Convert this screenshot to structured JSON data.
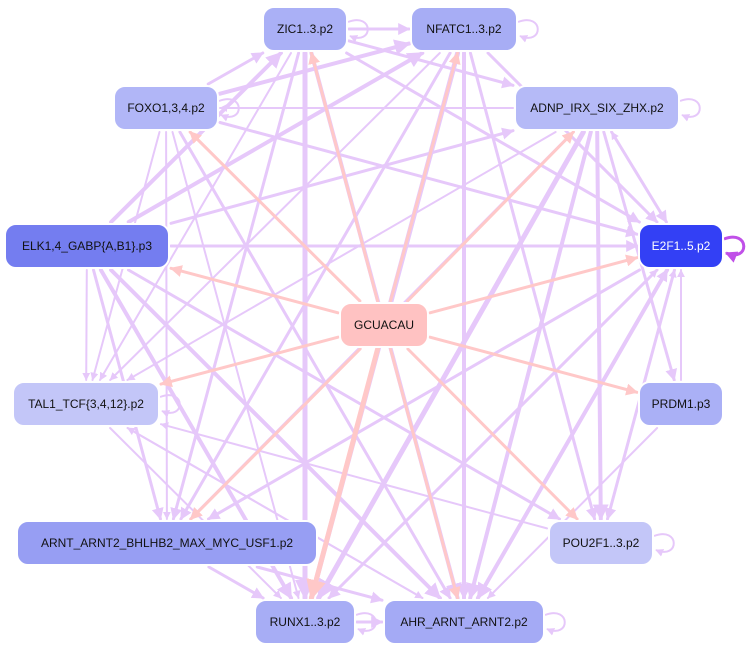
{
  "graph": {
    "nodes": [
      {
        "id": "zic",
        "label": "ZIC1..3.p2",
        "fill": "#aab0f6",
        "text": "#111111"
      },
      {
        "id": "nfatc",
        "label": "NFATC1..3.p2",
        "fill": "#a7adf5",
        "text": "#111111"
      },
      {
        "id": "foxo",
        "label": "FOXO1,3,4.p2",
        "fill": "#b1b6f7",
        "text": "#111111"
      },
      {
        "id": "adnp",
        "label": "ADNP_IRX_SIX_ZHX.p2",
        "fill": "#b5baf7",
        "text": "#111111"
      },
      {
        "id": "elk",
        "label": "ELK1,4_GABP{A,B1}.p3",
        "fill": "#747df0",
        "text": "#111111"
      },
      {
        "id": "e2f",
        "label": "E2F1..5.p2",
        "fill": "#3340f5",
        "text": "#ffffff"
      },
      {
        "id": "gcu",
        "label": "GCUACAU",
        "fill": "#ffc2c2",
        "text": "#111111"
      },
      {
        "id": "tal",
        "label": "TAL1_TCF{3,4,12}.p2",
        "fill": "#c3c6f8",
        "text": "#111111"
      },
      {
        "id": "prdm",
        "label": "PRDM1.p3",
        "fill": "#aab0f6",
        "text": "#111111"
      },
      {
        "id": "arnt",
        "label": "ARNT_ARNT2_BHLHB2_MAX_MYC_USF1.p2",
        "fill": "#979ef3",
        "text": "#111111"
      },
      {
        "id": "pou",
        "label": "POU2F1..3.p2",
        "fill": "#c3c6f8",
        "text": "#111111"
      },
      {
        "id": "runx",
        "label": "RUNX1..3.p2",
        "fill": "#a7adf5",
        "text": "#111111"
      },
      {
        "id": "ahr",
        "label": "AHR_ARNT_ARNT2.p2",
        "fill": "#a4aaf5",
        "text": "#111111"
      }
    ],
    "edges": [
      {
        "from": "gcu",
        "to": "foxo",
        "kind": "repress",
        "weight": 3
      },
      {
        "from": "gcu",
        "to": "zic",
        "kind": "repress",
        "weight": 3
      },
      {
        "from": "gcu",
        "to": "nfatc",
        "kind": "repress",
        "weight": 3
      },
      {
        "from": "gcu",
        "to": "adnp",
        "kind": "repress",
        "weight": 3
      },
      {
        "from": "gcu",
        "to": "elk",
        "kind": "repress",
        "weight": 3
      },
      {
        "from": "gcu",
        "to": "e2f",
        "kind": "repress",
        "weight": 3
      },
      {
        "from": "gcu",
        "to": "tal",
        "kind": "repress",
        "weight": 3
      },
      {
        "from": "gcu",
        "to": "prdm",
        "kind": "repress",
        "weight": 3
      },
      {
        "from": "gcu",
        "to": "arnt",
        "kind": "repress",
        "weight": 3
      },
      {
        "from": "gcu",
        "to": "pou",
        "kind": "repress",
        "weight": 3
      },
      {
        "from": "gcu",
        "to": "runx",
        "kind": "repress",
        "weight": 5
      },
      {
        "from": "gcu",
        "to": "ahr",
        "kind": "repress",
        "weight": 3
      },
      {
        "from": "elk",
        "to": "e2f",
        "kind": "activate",
        "weight": 3
      },
      {
        "from": "elk",
        "to": "zic",
        "kind": "activate",
        "weight": 4
      },
      {
        "from": "elk",
        "to": "nfatc",
        "kind": "activate",
        "weight": 4
      },
      {
        "from": "elk",
        "to": "adnp",
        "kind": "activate",
        "weight": 3
      },
      {
        "from": "elk",
        "to": "tal",
        "kind": "activate",
        "weight": 2
      },
      {
        "from": "elk",
        "to": "runx",
        "kind": "activate",
        "weight": 4
      },
      {
        "from": "elk",
        "to": "ahr",
        "kind": "activate",
        "weight": 4
      },
      {
        "from": "elk",
        "to": "pou",
        "kind": "activate",
        "weight": 3
      },
      {
        "from": "elk",
        "to": "arnt",
        "kind": "activate",
        "weight": 3
      },
      {
        "from": "foxo",
        "to": "zic",
        "kind": "activate",
        "weight": 3
      },
      {
        "from": "foxo",
        "to": "nfatc",
        "kind": "activate",
        "weight": 4
      },
      {
        "from": "foxo",
        "to": "e2f",
        "kind": "activate",
        "weight": 3
      },
      {
        "from": "foxo",
        "to": "tal",
        "kind": "activate",
        "weight": 2
      },
      {
        "from": "foxo",
        "to": "arnt",
        "kind": "activate",
        "weight": 2
      },
      {
        "from": "foxo",
        "to": "runx",
        "kind": "activate",
        "weight": 2
      },
      {
        "from": "foxo",
        "to": "ahr",
        "kind": "activate",
        "weight": 3
      },
      {
        "from": "zic",
        "to": "nfatc",
        "kind": "activate",
        "weight": 3
      },
      {
        "from": "zic",
        "to": "e2f",
        "kind": "activate",
        "weight": 3
      },
      {
        "from": "zic",
        "to": "adnp",
        "kind": "activate",
        "weight": 3
      },
      {
        "from": "zic",
        "to": "tal",
        "kind": "activate",
        "weight": 2
      },
      {
        "from": "zic",
        "to": "runx",
        "kind": "activate",
        "weight": 5
      },
      {
        "from": "zic",
        "to": "ahr",
        "kind": "activate",
        "weight": 4
      },
      {
        "from": "zic",
        "to": "arnt",
        "kind": "activate",
        "weight": 3
      },
      {
        "from": "nfatc",
        "to": "e2f",
        "kind": "activate",
        "weight": 3
      },
      {
        "from": "nfatc",
        "to": "tal",
        "kind": "activate",
        "weight": 2
      },
      {
        "from": "nfatc",
        "to": "arnt",
        "kind": "activate",
        "weight": 3
      },
      {
        "from": "nfatc",
        "to": "runx",
        "kind": "activate",
        "weight": 5
      },
      {
        "from": "nfatc",
        "to": "ahr",
        "kind": "activate",
        "weight": 4
      },
      {
        "from": "nfatc",
        "to": "pou",
        "kind": "activate",
        "weight": 3
      },
      {
        "from": "adnp",
        "to": "e2f",
        "kind": "activate",
        "weight": 3
      },
      {
        "from": "adnp",
        "to": "prdm",
        "kind": "activate",
        "weight": 3
      },
      {
        "from": "adnp",
        "to": "tal",
        "kind": "activate",
        "weight": 2
      },
      {
        "from": "adnp",
        "to": "arnt",
        "kind": "activate",
        "weight": 3
      },
      {
        "from": "adnp",
        "to": "runx",
        "kind": "activate",
        "weight": 5
      },
      {
        "from": "adnp",
        "to": "ahr",
        "kind": "activate",
        "weight": 4
      },
      {
        "from": "adnp",
        "to": "pou",
        "kind": "activate",
        "weight": 4
      },
      {
        "from": "adnp",
        "to": "foxo",
        "kind": "activate",
        "weight": 2
      },
      {
        "from": "e2f",
        "to": "tal",
        "kind": "activate",
        "weight": 2
      },
      {
        "from": "e2f",
        "to": "arnt",
        "kind": "activate",
        "weight": 3
      },
      {
        "from": "e2f",
        "to": "runx",
        "kind": "activate",
        "weight": 3
      },
      {
        "from": "e2f",
        "to": "ahr",
        "kind": "activate",
        "weight": 4
      },
      {
        "from": "e2f",
        "to": "pou",
        "kind": "activate",
        "weight": 3
      },
      {
        "from": "e2f",
        "to": "adnp",
        "kind": "activate",
        "weight": 2
      },
      {
        "from": "tal",
        "to": "runx",
        "kind": "activate",
        "weight": 2
      },
      {
        "from": "tal",
        "to": "ahr",
        "kind": "activate",
        "weight": 2
      },
      {
        "from": "pou",
        "to": "tal",
        "kind": "activate",
        "weight": 2
      },
      {
        "from": "ahr",
        "to": "tal",
        "kind": "activate",
        "weight": 2
      },
      {
        "from": "prdm",
        "to": "ahr",
        "kind": "activate",
        "weight": 2
      },
      {
        "from": "prdm",
        "to": "e2f",
        "kind": "activate",
        "weight": 2
      },
      {
        "from": "arnt",
        "to": "runx",
        "kind": "activate",
        "weight": 3
      },
      {
        "from": "arnt",
        "to": "ahr",
        "kind": "activate",
        "weight": 3
      },
      {
        "from": "runx",
        "to": "ahr",
        "kind": "activate",
        "weight": 3
      },
      {
        "from": "runx",
        "to": "e2f",
        "kind": "activate",
        "weight": 2
      },
      {
        "from": "ahr",
        "to": "e2f",
        "kind": "activate",
        "weight": 3
      },
      {
        "from": "pou",
        "to": "e2f",
        "kind": "activate",
        "weight": 2
      }
    ],
    "self_loops": [
      {
        "node": "zic",
        "kind": "activate",
        "weight": 2
      },
      {
        "node": "nfatc",
        "kind": "activate",
        "weight": 2
      },
      {
        "node": "foxo",
        "kind": "activate",
        "weight": 2
      },
      {
        "node": "adnp",
        "kind": "activate",
        "weight": 2
      },
      {
        "node": "e2f",
        "kind": "strong",
        "weight": 3
      },
      {
        "node": "tal",
        "kind": "activate",
        "weight": 2
      },
      {
        "node": "pou",
        "kind": "activate",
        "weight": 2
      },
      {
        "node": "runx",
        "kind": "activate",
        "weight": 2
      },
      {
        "node": "ahr",
        "kind": "activate",
        "weight": 2
      }
    ],
    "colors": {
      "activate": "#e6c8fa",
      "repress": "#ffc8c8",
      "strong": "#c050e8",
      "node_border": "#ffffff"
    }
  }
}
